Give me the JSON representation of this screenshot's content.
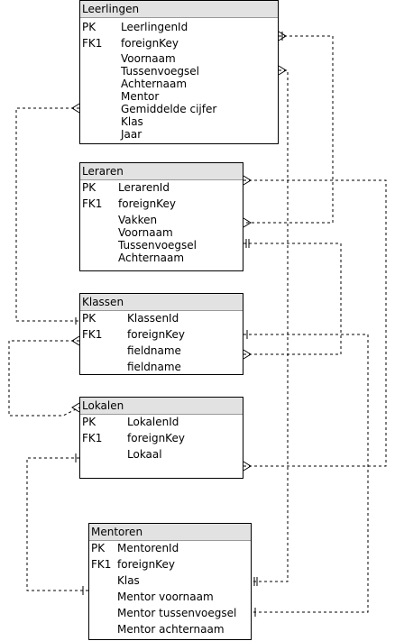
{
  "entities": [
    {
      "name": "Leerlingen",
      "rows": [
        {
          "key": "PK",
          "field": "LeerlingenId"
        },
        {
          "key": "FK1",
          "field": "foreignKey"
        },
        {
          "key": "",
          "field": "Voornaam"
        },
        {
          "key": "",
          "field": "Tussenvoegsel"
        },
        {
          "key": "",
          "field": "Achternaam"
        },
        {
          "key": "",
          "field": "Mentor"
        },
        {
          "key": "",
          "field": "Gemiddelde cijfer"
        },
        {
          "key": "",
          "field": "Klas"
        },
        {
          "key": "",
          "field": "Jaar"
        }
      ]
    },
    {
      "name": "Leraren",
      "rows": [
        {
          "key": "PK",
          "field": "LerarenId"
        },
        {
          "key": "FK1",
          "field": "foreignKey"
        },
        {
          "key": "",
          "field": "Vakken"
        },
        {
          "key": "",
          "field": "Voornaam"
        },
        {
          "key": "",
          "field": "Tussenvoegsel"
        },
        {
          "key": "",
          "field": "Achternaam"
        }
      ]
    },
    {
      "name": "Klassen",
      "rows": [
        {
          "key": "PK",
          "field": "KlassenId"
        },
        {
          "key": "FK1",
          "field": "foreignKey"
        },
        {
          "key": "",
          "field": "fieldname"
        },
        {
          "key": "",
          "field": "fieldname"
        }
      ]
    },
    {
      "name": "Lokalen",
      "rows": [
        {
          "key": "PK",
          "field": "LokalenId"
        },
        {
          "key": "FK1",
          "field": "foreignKey"
        },
        {
          "key": "",
          "field": "Lokaal"
        }
      ]
    },
    {
      "name": "Mentoren",
      "rows": [
        {
          "key": "PK",
          "field": "MentorenId"
        },
        {
          "key": "FK1",
          "field": "foreignKey"
        },
        {
          "key": "",
          "field": "Klas"
        },
        {
          "key": "",
          "field": "Mentor voornaam"
        },
        {
          "key": "",
          "field": "Mentor tussenvoegsel"
        },
        {
          "key": "",
          "field": "Mentor achternaam"
        }
      ]
    }
  ],
  "colors": {
    "header_fill": "#e2e2e2",
    "line": "#000000"
  }
}
